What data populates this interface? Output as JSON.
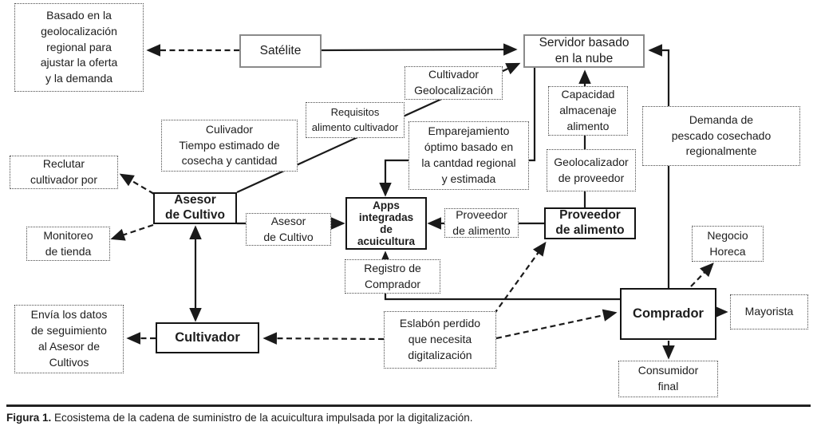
{
  "figure": {
    "caption_prefix": "Figura 1.",
    "caption_text": " Ecosistema de la cadena de suministro de la acuicultura impulsada por la digitalización."
  },
  "colors": {
    "ink": "#1d1d1d",
    "edge_line": "#1a1a1a",
    "bold_border": "#141414",
    "gray_border": "#8a8a8a",
    "dashed_border": "#4a4a4a",
    "background": "#ffffff"
  },
  "diagram": {
    "nodes": {
      "basado": "Basado en la\ngeolocalización\nregional para\najustar la oferta\ny la demanda",
      "satelite": "Satélite",
      "servidor": "Servidor basado\nen la nube",
      "cult_geo": "Cultivador\nGeolocalización",
      "requisitos": "Requisitos\nalimento cultivador",
      "culivador_tiempo": "Culivador\nTiempo estimado de\ncosecha y cantidad",
      "emparejamiento": "Emparejamiento\nóptimo basado en\nla cantdad regional\ny estimada",
      "capacidad": "Capacidad\nalmacenaje\nalimento",
      "geolocalizador": "Geolocalizador\nde proveedor",
      "demanda": "Demanda de\npescado cosechado\nregionalmente",
      "reclutar": "Reclutar\ncultivador por",
      "asesor": "Asesor\nde Cultivo",
      "asesor_annot": "Asesor\nde Cultivo",
      "apps": "Apps\nintegradas\nde\nacuicultura",
      "proveedor_annot": "Proveedor\nde alimento",
      "proveedor": "Proveedor\nde alimento",
      "monitoreo": "Monitoreo\nde tienda",
      "registro": "Registro de\nComprador",
      "negocio": "Negocio\nHoreca",
      "envia": "Envía los datos\nde seguimiento\nal Asesor de\nCultivos",
      "cultivador": "Cultivador",
      "eslabon": "Eslabón perdido\nque necesita\ndigitalización",
      "comprador": "Comprador",
      "mayorista": "Mayorista",
      "consumidor": "Consumidor\nfinal"
    },
    "edges": [
      {
        "from": "satelite",
        "to": "basado",
        "style": "dashed-arrow"
      },
      {
        "from": "satelite",
        "to": "servidor",
        "style": "solid-arrow"
      },
      {
        "from": "asesor",
        "to": "servidor",
        "style": "solid-arrow",
        "via": [
          "culivador_tiempo",
          "requisitos",
          "cult_geo"
        ]
      },
      {
        "from": "servidor",
        "to": "apps",
        "style": "solid-arrow",
        "via": [
          "emparejamiento"
        ]
      },
      {
        "from": "comprador",
        "to": "apps",
        "style": "solid-arrow",
        "via": [
          "registro"
        ]
      },
      {
        "from": "asesor",
        "to": "apps",
        "style": "solid-arrow",
        "via": [
          "asesor_annot"
        ]
      },
      {
        "from": "proveedor",
        "to": "apps",
        "style": "solid-arrow",
        "via": [
          "proveedor_annot"
        ]
      },
      {
        "from": "asesor",
        "to": "cultivador",
        "style": "solid-double-arrow"
      },
      {
        "from": "capacidad",
        "to": "servidor",
        "style": "solid-arrow"
      },
      {
        "from": "geolocalizador",
        "to": "capacidad",
        "style": "solid-line"
      },
      {
        "from": "geolocalizador",
        "to": "proveedor",
        "style": "solid-line"
      },
      {
        "from": "comprador",
        "to": "servidor",
        "style": "solid-arrow",
        "via": [
          "demanda"
        ]
      },
      {
        "from": "comprador",
        "to": "mayorista",
        "style": "solid-arrow"
      },
      {
        "from": "asesor",
        "to": "reclutar",
        "style": "dashed-arrow"
      },
      {
        "from": "asesor",
        "to": "monitoreo",
        "style": "dashed-arrow"
      },
      {
        "from": "cultivador",
        "to": "envia",
        "style": "dashed-arrow"
      },
      {
        "from": "eslabon",
        "to": "cultivador",
        "style": "dashed-arrow"
      },
      {
        "from": "eslabon",
        "to": "proveedor",
        "style": "dashed-arrow"
      },
      {
        "from": "eslabon",
        "to": "comprador",
        "style": "dashed-arrow"
      },
      {
        "from": "comprador",
        "to": "negocio",
        "style": "dashed-arrow"
      },
      {
        "from": "comprador",
        "to": "consumidor",
        "style": "dashed-arrow"
      }
    ]
  }
}
